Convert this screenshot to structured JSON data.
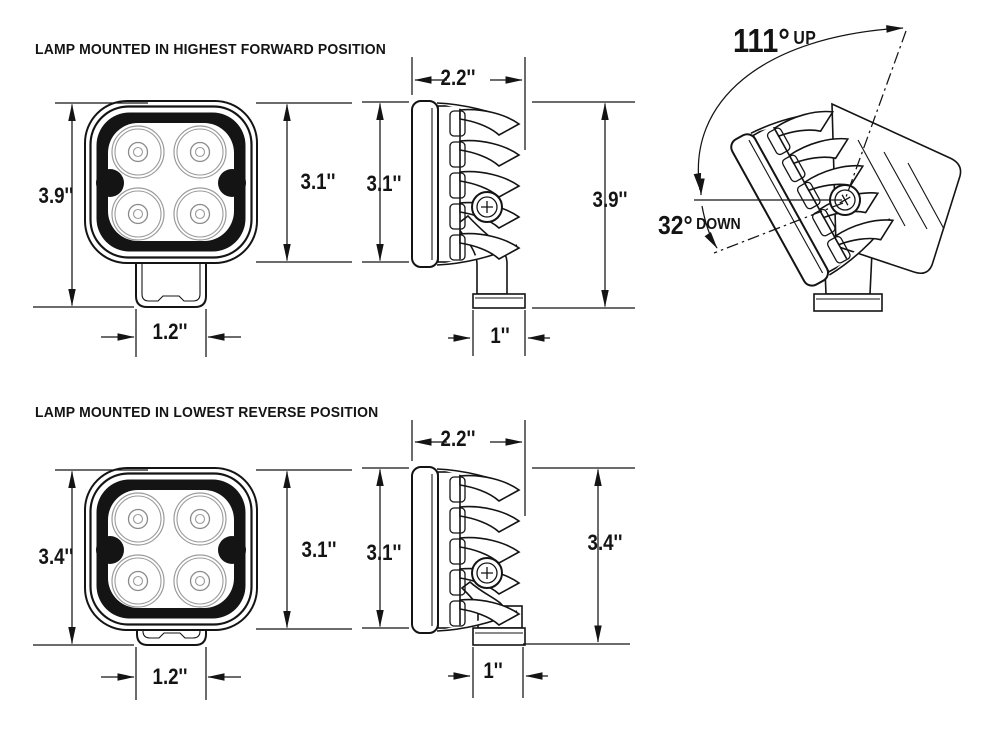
{
  "colors": {
    "background": "#ffffff",
    "ink": "#141414",
    "detail_gray": "#9b9b9b"
  },
  "sections": [
    {
      "title": "LAMP MOUNTED IN HIGHEST FORWARD POSITION",
      "front_view": {
        "overall_height": "3.9''",
        "body_height": "3.1''",
        "bracket_width": "1.2''"
      },
      "side_view": {
        "depth": "2.2''",
        "body_height": "3.1''",
        "overall_height": "3.9''",
        "foot_width": "1''"
      },
      "tilt_view": {
        "up_angle": "111°",
        "up_label": "UP",
        "down_angle": "32°",
        "down_label": "DOWN"
      }
    },
    {
      "title": "LAMP MOUNTED IN LOWEST REVERSE POSITION",
      "front_view": {
        "overall_height": "3.4''",
        "body_height": "3.1''",
        "bracket_width": "1.2''"
      },
      "side_view": {
        "depth": "2.2''",
        "body_height": "3.1''",
        "overall_height": "3.4''",
        "foot_width": "1''"
      }
    }
  ]
}
